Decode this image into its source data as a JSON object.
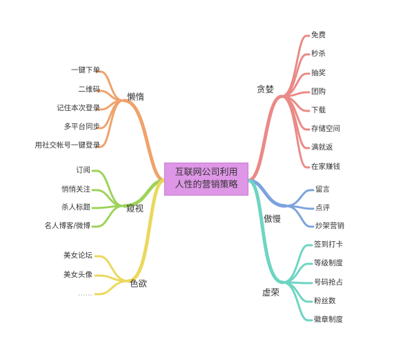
{
  "center": {
    "line1": "互联网公司利用",
    "line2": "人性的营销策略"
  },
  "branches": {
    "lazy": {
      "label": "懒惰",
      "color": "#f0a26b",
      "items": [
        "一键下单",
        "二维码",
        "记住本次登录",
        "多平台同步",
        "用社交帐号一键登录"
      ]
    },
    "peek": {
      "label": "窥视",
      "color": "#9dd35a",
      "items": [
        "订阅",
        "悄悄关注",
        "杀人标题",
        "名人博客/微博"
      ]
    },
    "lust": {
      "label": "色欲",
      "color": "#ebd85d",
      "items": [
        "美女论坛",
        "美女头像",
        "……"
      ]
    },
    "greed": {
      "label": "贪婪",
      "color": "#e98a86",
      "items": [
        "免费",
        "秒杀",
        "抽奖",
        "团购",
        "下载",
        "存储空间",
        "满就返",
        "在家赚钱"
      ]
    },
    "pride": {
      "label": "傲慢",
      "color": "#7ba3de",
      "items": [
        "留言",
        "点评",
        "炒架营销"
      ]
    },
    "vanity": {
      "label": "虚荣",
      "color": "#6dd5c2",
      "items": [
        "签到打卡",
        "等级制度",
        "号码抢占",
        "粉丝数",
        "徽章制度"
      ]
    }
  }
}
